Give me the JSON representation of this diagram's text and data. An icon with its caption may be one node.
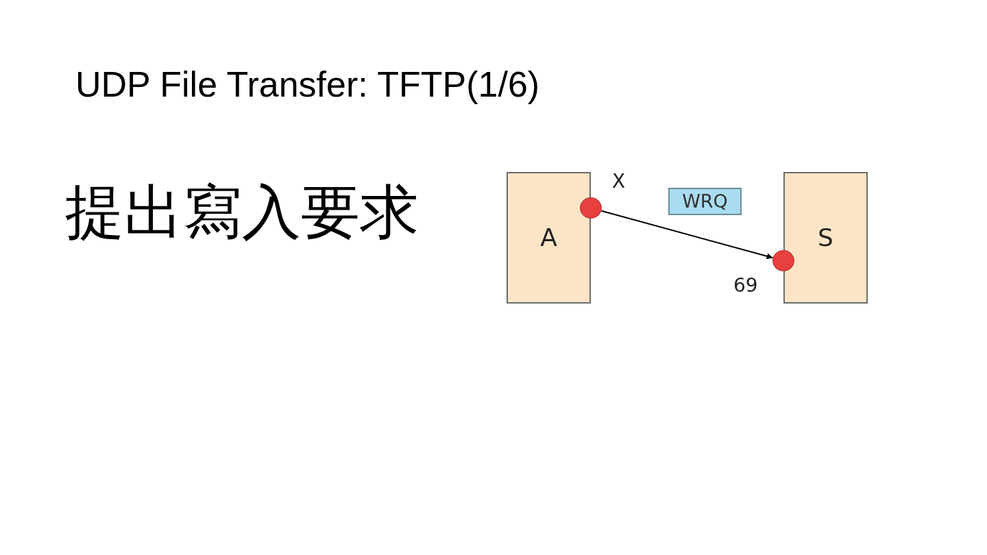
{
  "diagram": {
    "title": "UDP File Transfer: TFTP(1/6)",
    "nodes": [
      {
        "text": [
          "A"
        ]
      },
      {
        "text": [
          "S"
        ]
      },
      {
        "text": [],
        "shape": "circle",
        "beside": [
          "X"
        ]
      },
      {
        "text": [],
        "shape": "circle",
        "beside": [
          "69"
        ]
      }
    ],
    "edges": [
      {
        "from": 2,
        "to": 3,
        "arrow": "to",
        "label": "WRQ"
      }
    ],
    "labels": [
      "提出寫入要求"
    ]
  }
}
